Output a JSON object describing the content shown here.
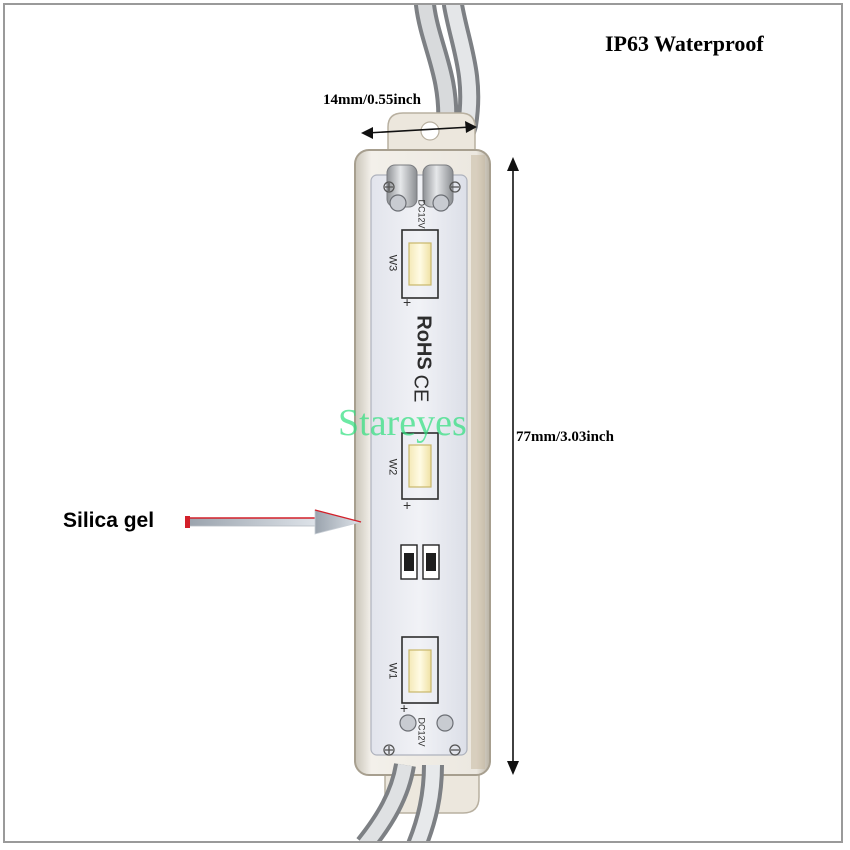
{
  "title": "IP63 Waterproof",
  "width_dimension": "14mm/0.55inch",
  "length_dimension": "77mm/3.03inch",
  "callout": "Silica gel",
  "watermark": "Stareyes",
  "pcb_markings": {
    "top_voltage": "DC12V",
    "bottom_voltage": "DC12V",
    "led_3": "W3",
    "led_2": "W2",
    "led_1": "W1",
    "rohs": "RoHS",
    "ce": "CE"
  }
}
